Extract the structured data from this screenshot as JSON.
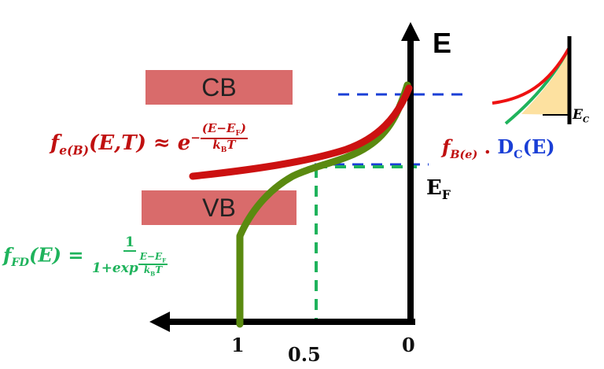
{
  "bands": {
    "cb_label": "CB",
    "vb_label": "VB"
  },
  "axes": {
    "y_label": "E",
    "fermi_label": "E",
    "fermi_sub": "F",
    "x_ticks": [
      "1",
      "0.5",
      "0"
    ]
  },
  "boltzmann": {
    "lhs": "f",
    "lhs_sub": "e(B)",
    "args": "(E,T) ≈ e",
    "exp_lead": "−",
    "exp_num": "(E−E",
    "exp_num_sub": "F",
    "exp_num_end": ")",
    "exp_den": "k",
    "exp_den_sub": "B",
    "exp_den_end": "T"
  },
  "fermi_dirac": {
    "lhs": "f",
    "lhs_sub": "FD",
    "args": "(E) =",
    "num": "1",
    "den_pre": "1+exp",
    "den_exp_num": "E−E",
    "den_exp_num_sub": "F",
    "den_exp_den": "k",
    "den_exp_den_sub": "B",
    "den_exp_den_end": "T"
  },
  "product": {
    "f": "f",
    "f_sub": "B(e)",
    "dot": ".",
    "d": "D",
    "d_sub": "C",
    "d_end": "(E)"
  },
  "inset": {
    "ec_label": "E",
    "ec_sub": "C"
  },
  "colors": {
    "boltzmann": "#cc1111",
    "fermi_dirac": "#5a8a10",
    "fd_text": "#1fb35c",
    "guide": "#1a3fd6",
    "band": "#d96b6b",
    "axis": "#000000",
    "inset_fill": "#fde1a0"
  }
}
